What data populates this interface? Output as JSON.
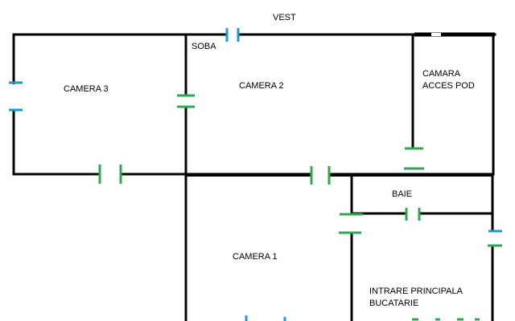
{
  "labels": {
    "compass_west": "VEST",
    "stove": "SOBA",
    "room_3": "CAMERA 3",
    "room_2": "CAMERA 2",
    "attic_room_line1": "CAMARA",
    "attic_room_line2": "ACCES POD",
    "bathroom": "BAIE",
    "room_1": "CAMERA 1",
    "entrance_line1": "INTRARE PRINCIPALA",
    "entrance_line2": "BUCATARIE"
  },
  "colors": {
    "wall": "#000000",
    "window": "#1a9ad6",
    "door": "#2fa84f"
  }
}
